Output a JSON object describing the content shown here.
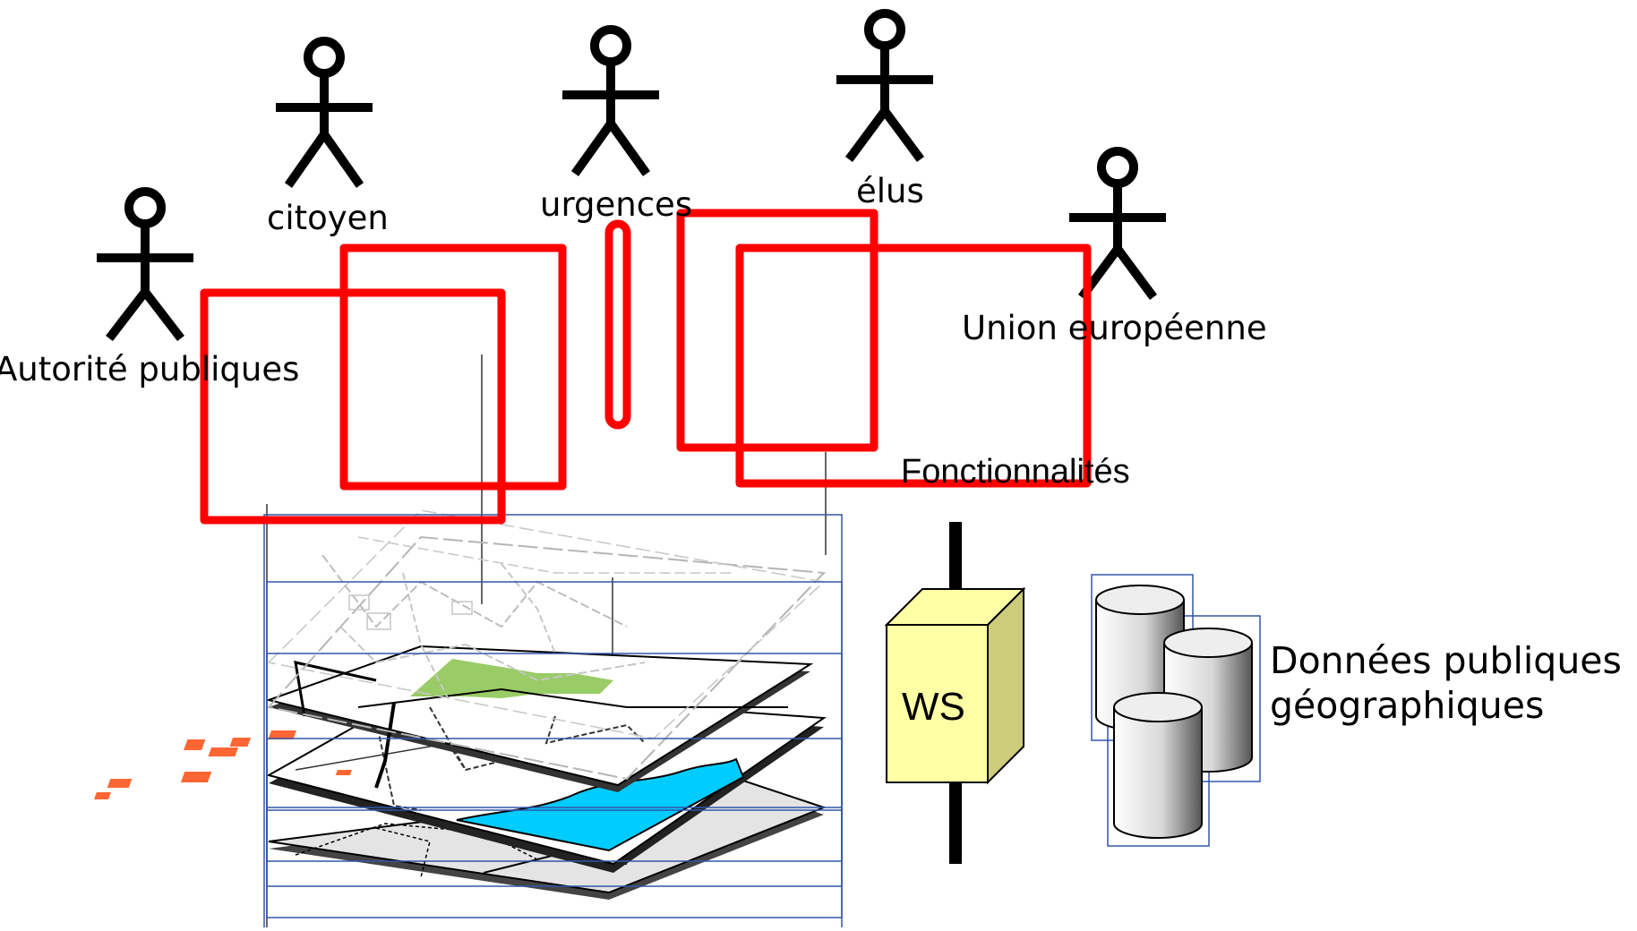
{
  "actors": [
    {
      "id": "autorite",
      "label": "Autorité publiques"
    },
    {
      "id": "citoyen",
      "label": "citoyen"
    },
    {
      "id": "urgences",
      "label": "urgences"
    },
    {
      "id": "elus",
      "label": "élus"
    },
    {
      "id": "ue",
      "label": "Union européenne"
    }
  ],
  "fonctionnalites_label": "Fonctionnalités",
  "ws_label": "WS",
  "data_label_line1": "Données publiques",
  "data_label_line2": "géographiques",
  "colors": {
    "frame": "#ff0000",
    "ws_front": "#ffffa6",
    "ws_side": "#cccc7a",
    "water": "#00ccff",
    "park": "#99cc66",
    "buildings": "#ff6633",
    "guide": "#3355aa"
  }
}
